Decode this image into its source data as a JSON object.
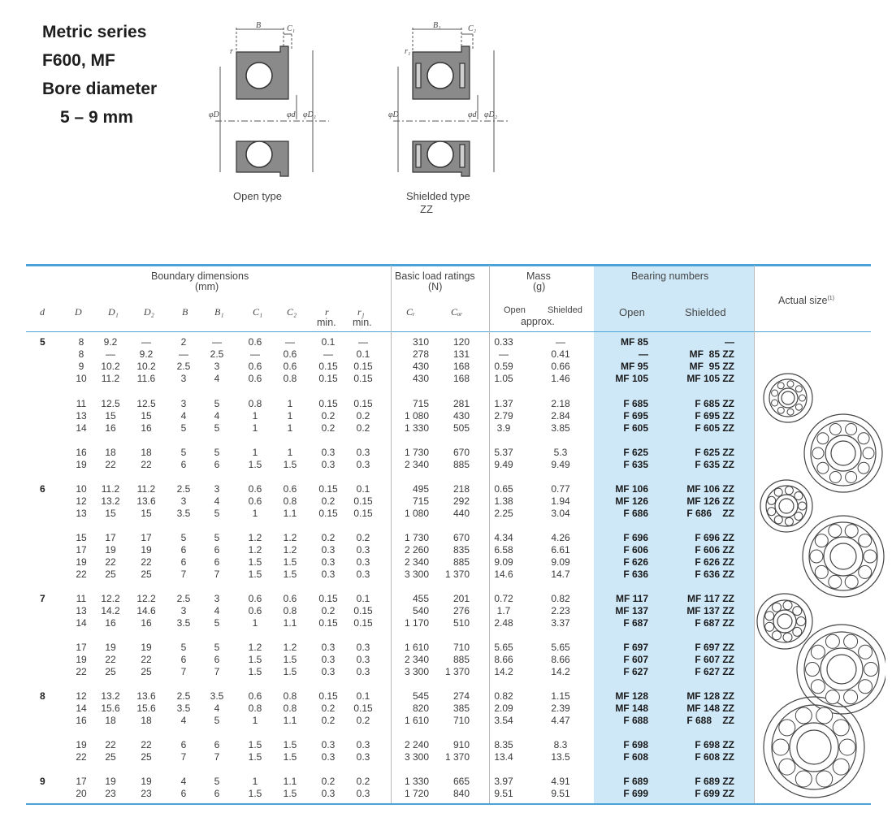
{
  "title": {
    "line1": "Metric series",
    "line2": "F600, MF",
    "line3": "Bore diameter",
    "line4": "5 – 9 mm"
  },
  "diagrams": {
    "open_label": "Open type",
    "shielded_label": "Shielded type",
    "shielded_sub": "ZZ",
    "open_dims": {
      "B": "B",
      "C1": "C₁",
      "r": "r",
      "D": "φD",
      "d": "φd",
      "D1": "φD₁"
    },
    "shielded_dims": {
      "B": "B₁",
      "C": "C₂",
      "r": "r₁",
      "D": "φD",
      "d": "φd",
      "D2": "φD₂"
    }
  },
  "headers": {
    "boundary": "Boundary dimensions",
    "boundary_unit": "(mm)",
    "load": "Basic load ratings",
    "load_unit": "(N)",
    "mass": "Mass",
    "mass_unit": "(g)",
    "bearing_numbers": "Bearing numbers",
    "actual_size": "Actual size",
    "actual_size_mark": "(1)",
    "open": "Open",
    "shielded": "Shielded",
    "mass_open": "Open",
    "mass_shielded": "Shielded",
    "approx": "approx.",
    "col_d": "d",
    "col_D": "D",
    "col_D1": "D₁",
    "col_D2": "D₂",
    "col_B": "B",
    "col_B1": "B₁",
    "col_C1": "C₁",
    "col_C2": "C₂",
    "col_r": "r",
    "col_r1": "r₁",
    "col_Cr": "Cᵣ",
    "col_Cor": "Cₒᵣ",
    "min": "min.",
    "min1": "min."
  },
  "groups": [
    {
      "d": "5",
      "rows": [
        [
          "8",
          "9.2",
          "—",
          "2",
          "—",
          "0.6",
          "—",
          "0.1",
          "—",
          "310",
          "120",
          "0.33",
          "—",
          "MF  85",
          "—"
        ],
        [
          "8",
          "—",
          "9.2",
          "—",
          "2.5",
          "—",
          "0.6",
          "—",
          "0.1",
          "278",
          "131",
          "—",
          "0.41",
          "—",
          "MF  85 ZZ"
        ],
        [
          "9",
          "10.2",
          "10.2",
          "2.5",
          "3",
          "0.6",
          "0.6",
          "0.15",
          "0.15",
          "430",
          "168",
          "0.59",
          "0.66",
          "MF  95",
          "MF  95 ZZ"
        ],
        [
          "10",
          "11.2",
          "11.6",
          "3",
          "4",
          "0.6",
          "0.8",
          "0.15",
          "0.15",
          "430",
          "168",
          "1.05",
          "1.46",
          "MF 105",
          "MF 105 ZZ"
        ]
      ]
    },
    {
      "d": "",
      "rows": [
        [
          "11",
          "12.5",
          "12.5",
          "3",
          "5",
          "0.8",
          "1",
          "0.15",
          "0.15",
          "715",
          "281",
          "1.37",
          "2.18",
          "F 685",
          "F 685 ZZ"
        ],
        [
          "13",
          "15",
          "15",
          "4",
          "4",
          "1",
          "1",
          "0.2",
          "0.2",
          "1 080",
          "430",
          "2.79",
          "2.84",
          "F 695",
          "F 695 ZZ"
        ],
        [
          "14",
          "16",
          "16",
          "5",
          "5",
          "1",
          "1",
          "0.2",
          "0.2",
          "1 330",
          "505",
          "3.9",
          "3.85",
          "F 605",
          "F 605 ZZ"
        ]
      ]
    },
    {
      "d": "",
      "rows": [
        [
          "16",
          "18",
          "18",
          "5",
          "5",
          "1",
          "1",
          "0.3",
          "0.3",
          "1 730",
          "670",
          "5.37",
          "5.3",
          "F 625",
          "F 625 ZZ"
        ],
        [
          "19",
          "22",
          "22",
          "6",
          "6",
          "1.5",
          "1.5",
          "0.3",
          "0.3",
          "2 340",
          "885",
          "9.49",
          "9.49",
          "F 635",
          "F 635 ZZ"
        ]
      ]
    },
    {
      "d": "6",
      "rows": [
        [
          "10",
          "11.2",
          "11.2",
          "2.5",
          "3",
          "0.6",
          "0.6",
          "0.15",
          "0.1",
          "495",
          "218",
          "0.65",
          "0.77",
          "MF 106",
          "MF 106 ZZ"
        ],
        [
          "12",
          "13.2",
          "13.6",
          "3",
          "4",
          "0.6",
          "0.8",
          "0.2",
          "0.15",
          "715",
          "292",
          "1.38",
          "1.94",
          "MF 126",
          "MF 126 ZZ"
        ],
        [
          "13",
          "15",
          "15",
          "3.5",
          "5",
          "1",
          "1.1",
          "0.15",
          "0.15",
          "1 080",
          "440",
          "2.25",
          "3.04",
          "F 686",
          "F 686    ZZ"
        ]
      ]
    },
    {
      "d": "",
      "rows": [
        [
          "15",
          "17",
          "17",
          "5",
          "5",
          "1.2",
          "1.2",
          "0.2",
          "0.2",
          "1 730",
          "670",
          "4.34",
          "4.26",
          "F 696",
          "F 696 ZZ"
        ],
        [
          "17",
          "19",
          "19",
          "6",
          "6",
          "1.2",
          "1.2",
          "0.3",
          "0.3",
          "2 260",
          "835",
          "6.58",
          "6.61",
          "F 606",
          "F 606 ZZ"
        ],
        [
          "19",
          "22",
          "22",
          "6",
          "6",
          "1.5",
          "1.5",
          "0.3",
          "0.3",
          "2 340",
          "885",
          "9.09",
          "9.09",
          "F 626",
          "F 626 ZZ"
        ],
        [
          "22",
          "25",
          "25",
          "7",
          "7",
          "1.5",
          "1.5",
          "0.3",
          "0.3",
          "3 300",
          "1 370",
          "14.6",
          "14.7",
          "F 636",
          "F 636 ZZ"
        ]
      ]
    },
    {
      "d": "7",
      "rows": [
        [
          "11",
          "12.2",
          "12.2",
          "2.5",
          "3",
          "0.6",
          "0.6",
          "0.15",
          "0.1",
          "455",
          "201",
          "0.72",
          "0.82",
          "MF 117",
          "MF 117 ZZ"
        ],
        [
          "13",
          "14.2",
          "14.6",
          "3",
          "4",
          "0.6",
          "0.8",
          "0.2",
          "0.15",
          "540",
          "276",
          "1.7",
          "2.23",
          "MF 137",
          "MF 137 ZZ"
        ],
        [
          "14",
          "16",
          "16",
          "3.5",
          "5",
          "1",
          "1.1",
          "0.15",
          "0.15",
          "1 170",
          "510",
          "2.48",
          "3.37",
          "F 687",
          "F 687 ZZ"
        ]
      ]
    },
    {
      "d": "",
      "rows": [
        [
          "17",
          "19",
          "19",
          "5",
          "5",
          "1.2",
          "1.2",
          "0.3",
          "0.3",
          "1 610",
          "710",
          "5.65",
          "5.65",
          "F 697",
          "F 697 ZZ"
        ],
        [
          "19",
          "22",
          "22",
          "6",
          "6",
          "1.5",
          "1.5",
          "0.3",
          "0.3",
          "2 340",
          "885",
          "8.66",
          "8.66",
          "F 607",
          "F 607 ZZ"
        ],
        [
          "22",
          "25",
          "25",
          "7",
          "7",
          "1.5",
          "1.5",
          "0.3",
          "0.3",
          "3 300",
          "1 370",
          "14.2",
          "14.2",
          "F 627",
          "F 627 ZZ"
        ]
      ]
    },
    {
      "d": "8",
      "rows": [
        [
          "12",
          "13.2",
          "13.6",
          "2.5",
          "3.5",
          "0.6",
          "0.8",
          "0.15",
          "0.1",
          "545",
          "274",
          "0.82",
          "1.15",
          "MF 128",
          "MF 128 ZZ"
        ],
        [
          "14",
          "15.6",
          "15.6",
          "3.5",
          "4",
          "0.8",
          "0.8",
          "0.2",
          "0.15",
          "820",
          "385",
          "2.09",
          "2.39",
          "MF 148",
          "MF 148 ZZ"
        ],
        [
          "16",
          "18",
          "18",
          "4",
          "5",
          "1",
          "1.1",
          "0.2",
          "0.2",
          "1 610",
          "710",
          "3.54",
          "4.47",
          "F 688",
          "F 688    ZZ"
        ]
      ]
    },
    {
      "d": "",
      "rows": [
        [
          "19",
          "22",
          "22",
          "6",
          "6",
          "1.5",
          "1.5",
          "0.3",
          "0.3",
          "2 240",
          "910",
          "8.35",
          "8.3",
          "F 698",
          "F 698 ZZ"
        ],
        [
          "22",
          "25",
          "25",
          "7",
          "7",
          "1.5",
          "1.5",
          "0.3",
          "0.3",
          "3 300",
          "1 370",
          "13.4",
          "13.5",
          "F 608",
          "F 608 ZZ"
        ]
      ]
    },
    {
      "d": "9",
      "rows": [
        [
          "17",
          "19",
          "19",
          "4",
          "5",
          "1",
          "1.1",
          "0.2",
          "0.2",
          "1 330",
          "665",
          "3.97",
          "4.91",
          "F 689",
          "F 689 ZZ"
        ],
        [
          "20",
          "23",
          "23",
          "6",
          "6",
          "1.5",
          "1.5",
          "0.3",
          "0.3",
          "1 720",
          "840",
          "9.51",
          "9.51",
          "F 699",
          "F 699 ZZ"
        ]
      ]
    }
  ]
}
